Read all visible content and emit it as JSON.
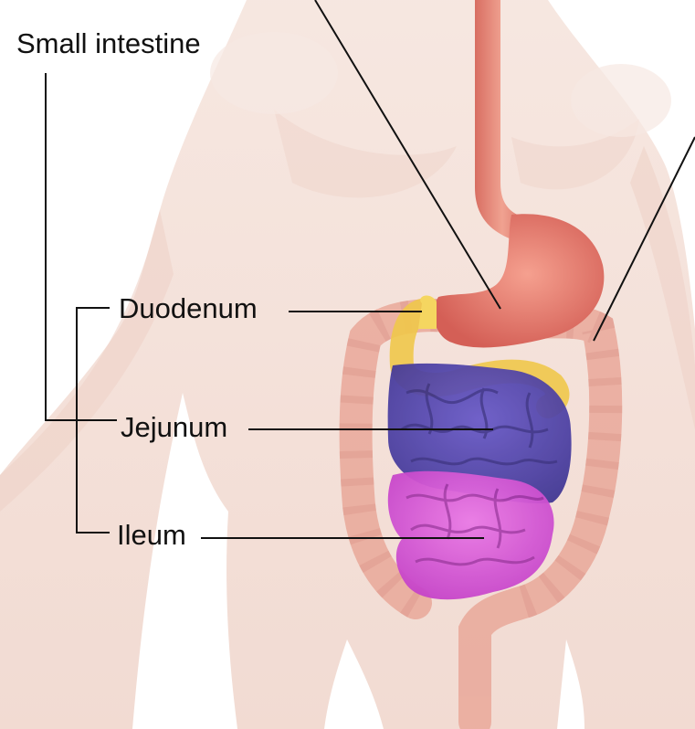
{
  "diagram": {
    "labels": {
      "small_intestine": "Small intestine",
      "duodenum": "Duodenum",
      "jejunum": "Jejunum",
      "ileum": "Ileum"
    },
    "colors": {
      "skin": "#f3dcd4",
      "stomach": "#e0736a",
      "colon": "#e9a596",
      "duodenum": "#f0c84a",
      "jejunum": "#4b3fa8",
      "ileum": "#d24fd6",
      "leader_line": "#111111"
    }
  }
}
